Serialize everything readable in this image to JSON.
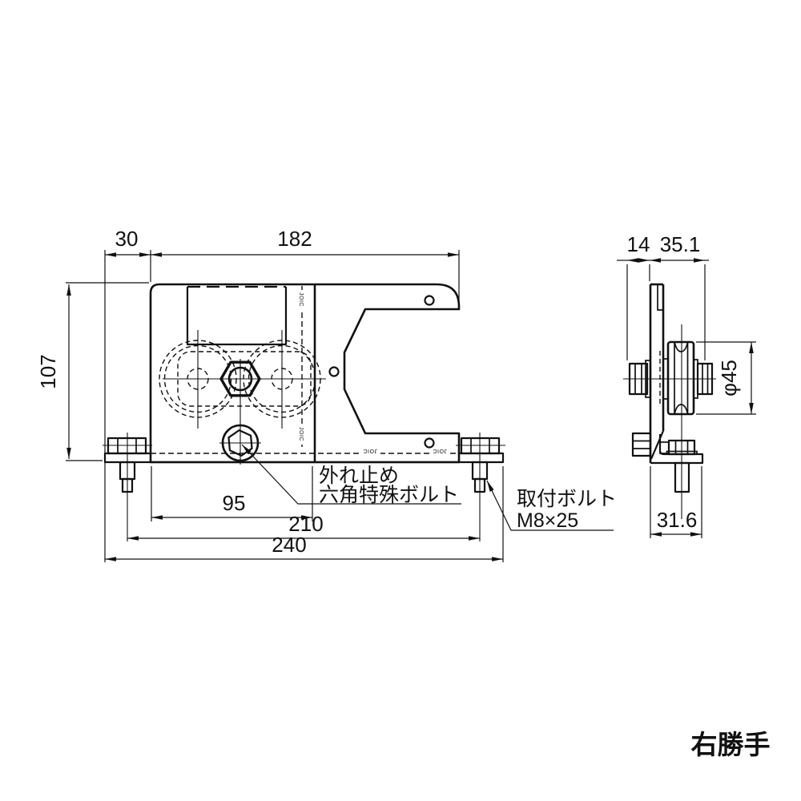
{
  "colors": {
    "ink": "#111111",
    "paper": "#ffffff"
  },
  "front_view": {
    "dim_top_left": "30",
    "dim_top_width": "182",
    "dim_height": "107",
    "dim_bolt_offset": "95",
    "dim_bolt_pitch": "210",
    "dim_base_width": "240",
    "retainer_label_line1": "外れ止め",
    "retainer_label_line2": "六角特殊ボルト",
    "mount_bolt_label_line1": "取付ボルト",
    "mount_bolt_label_line2": "M8×25",
    "stamp": "JOIC"
  },
  "side_view": {
    "dim_head_clearance": "14",
    "dim_depth": "35.1",
    "dim_roller_diameter": "φ45",
    "dim_base_depth": "31.6"
  },
  "footnote": {
    "handedness": "右勝手"
  }
}
